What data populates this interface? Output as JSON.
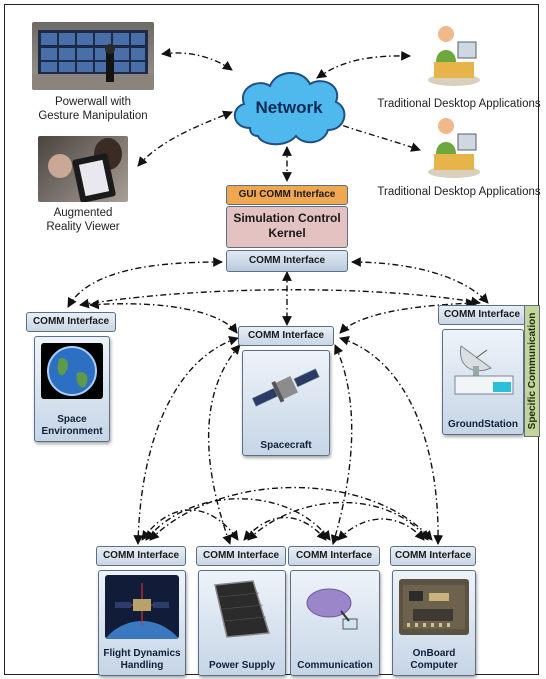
{
  "network": {
    "label": "Network"
  },
  "powerwall": {
    "caption": "Powerwall with\nGesture Manipulation"
  },
  "ar_viewer": {
    "caption": "Augmented\nReality Viewer"
  },
  "desktop_1": {
    "caption": "Traditional Desktop Applications"
  },
  "desktop_2": {
    "caption": "Traditional Desktop Applications"
  },
  "kernel": {
    "gui_comm": "GUI COMM Interface",
    "title": "Simulation Control\nKernel",
    "comm": "COMM Interface"
  },
  "modules": {
    "space_environment": {
      "interface": "COMM Interface",
      "caption": "Space\nEnvironment"
    },
    "spacecraft": {
      "interface": "COMM Interface",
      "caption": "Spacecraft"
    },
    "ground_station": {
      "interface": "COMM Interface",
      "caption": "GroundStation",
      "side_label": "Specific Communication"
    },
    "flight_dynamics": {
      "interface": "COMM Interface",
      "caption": "Flight Dynamics\nHandling"
    },
    "power_supply": {
      "interface": "COMM Interface",
      "caption": "Power Supply"
    },
    "communication": {
      "interface": "COMM Interface",
      "caption": "Communication"
    },
    "onboard_computer": {
      "interface": "COMM Interface",
      "caption": "OnBoard\nComputer"
    }
  },
  "colors": {
    "module_border": "#5b6f86",
    "module_fill": "#c6d5e6",
    "gui_comm_fill": "#f0a850",
    "kernel_fill": "#e4c2c2",
    "network_cloud": "#4fb8ec",
    "side_label_fill": "#c4d49a",
    "connector": "#111111"
  }
}
